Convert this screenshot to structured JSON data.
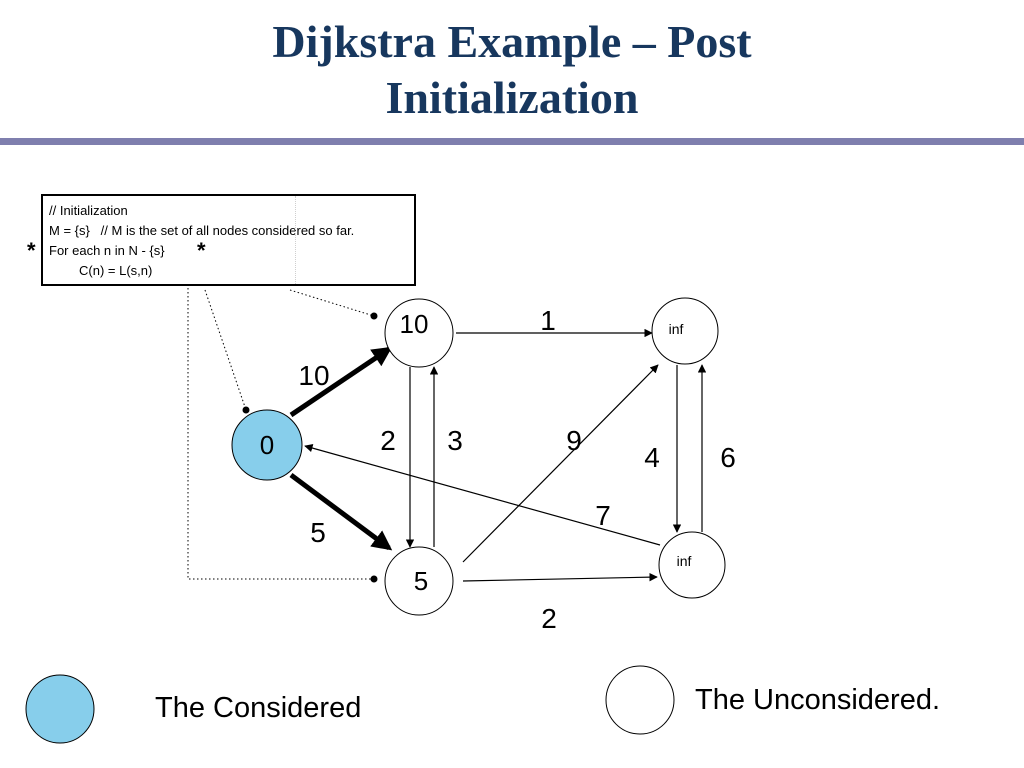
{
  "title": {
    "line1": "Dijkstra Example – Post",
    "line2": "Initialization"
  },
  "code": {
    "lines": [
      "// Initialization",
      "M = {s}   // M is the set of all nodes considered so far.",
      "For each n in N - {s}",
      "C(n) = L(s,n)"
    ],
    "star": "*"
  },
  "nodes": [
    {
      "id": "s",
      "label": "0",
      "considered": true
    },
    {
      "id": "a",
      "label": "10",
      "considered": false
    },
    {
      "id": "b",
      "label": "5",
      "considered": false
    },
    {
      "id": "c",
      "label": "inf",
      "considered": false
    },
    {
      "id": "d",
      "label": "inf",
      "considered": false
    }
  ],
  "edges": [
    {
      "from": "s",
      "to": "a",
      "weight": "10",
      "highlighted": true
    },
    {
      "from": "s",
      "to": "b",
      "weight": "5",
      "highlighted": true
    },
    {
      "from": "a",
      "to": "c",
      "weight": "1",
      "highlighted": false
    },
    {
      "from": "a",
      "to": "b",
      "weight": "2",
      "highlighted": false
    },
    {
      "from": "b",
      "to": "a",
      "weight": "3",
      "highlighted": false
    },
    {
      "from": "b",
      "to": "c",
      "weight": "9",
      "highlighted": false
    },
    {
      "from": "c",
      "to": "d",
      "weight": "4",
      "highlighted": false
    },
    {
      "from": "d",
      "to": "c",
      "weight": "6",
      "highlighted": false
    },
    {
      "from": "d",
      "to": "s",
      "weight": "7",
      "highlighted": false
    },
    {
      "from": "b",
      "to": "d",
      "weight": "2",
      "highlighted": false
    }
  ],
  "legend": {
    "considered_label": "The Considered",
    "unconsidered_label": "The Unconsidered."
  },
  "colors": {
    "title": "#17375e",
    "rule": "#7f7fae",
    "considered_fill": "#87ceeb",
    "unconsidered_fill": "#ffffff"
  }
}
